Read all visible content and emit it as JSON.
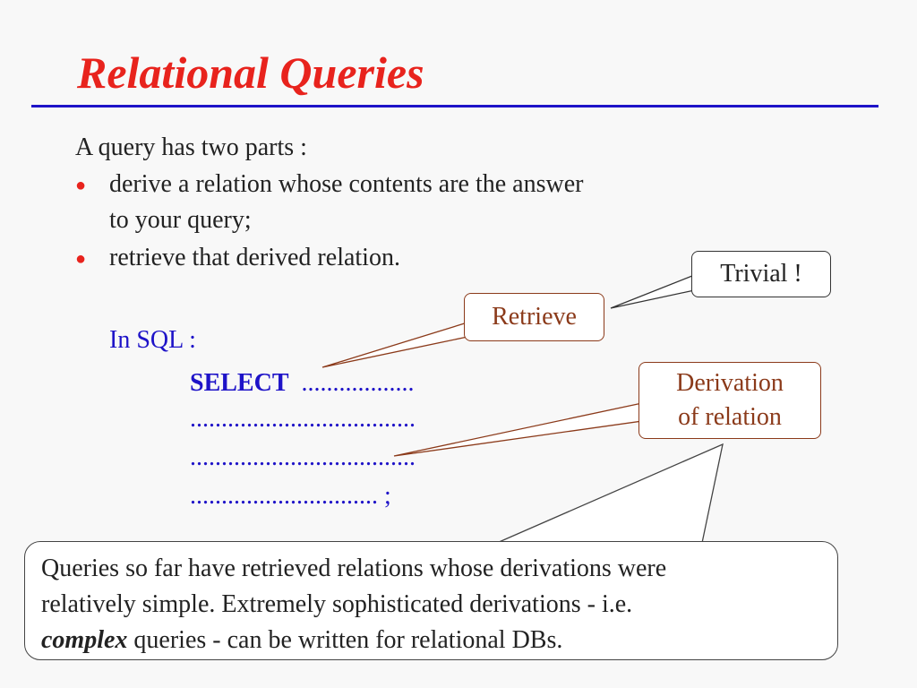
{
  "slide": {
    "title": "Relational Queries",
    "intro": "A query has two parts :",
    "bullets": [
      {
        "line1": "derive a relation whose contents are the answer",
        "line2": "to your query;"
      },
      {
        "line1": "retrieve that derived relation."
      }
    ],
    "sql_label": "In SQL :",
    "sql": {
      "keyword": "SELECT",
      "line1_rest": "..................",
      "line2": "....................................",
      "line3": "....................................",
      "line4": ".............................. ;"
    },
    "callouts": {
      "trivial": "Trivial !",
      "retrieve": "Retrieve",
      "derivation_line1": "Derivation",
      "derivation_line2": "of relation"
    },
    "note": {
      "line1": "Queries so far have retrieved relations whose derivations were",
      "line2": "relatively simple.  Extremely sophisticated derivations - i.e.",
      "line3_em": "complex",
      "line3_rest": " queries - can be written for relational DBs."
    }
  },
  "colors": {
    "title": "#e8231d",
    "rule": "#1e13c8",
    "sql": "#1e13c8",
    "callout_brown": "#8b3a1a",
    "bullet": "#e8231d"
  }
}
